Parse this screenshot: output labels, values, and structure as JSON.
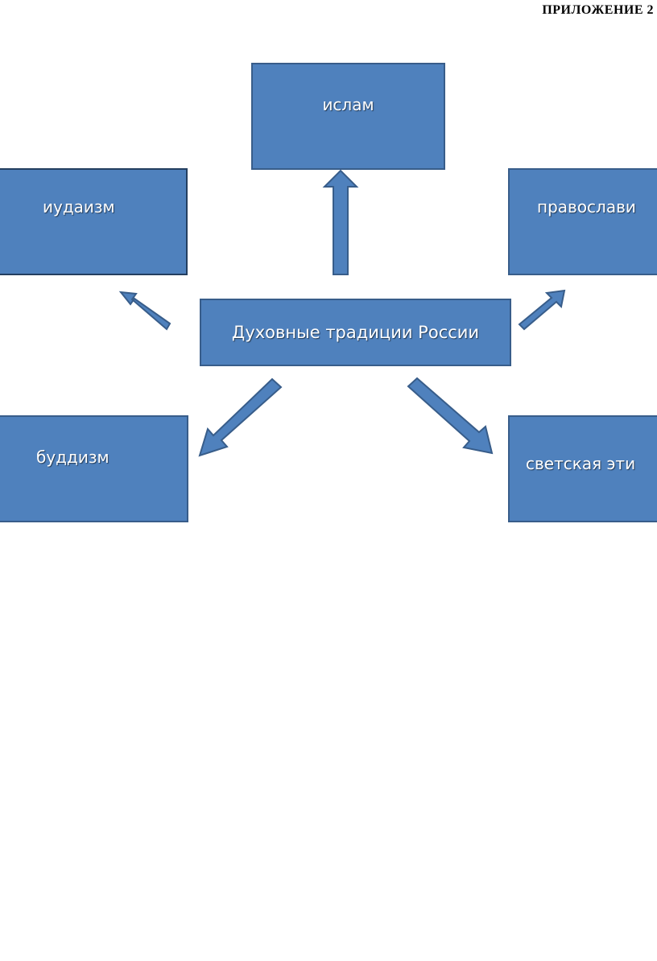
{
  "header": {
    "appendix_label": "ПРИЛОЖЕНИЕ 2"
  },
  "diagram": {
    "center": "Духовные традиции России",
    "nodes": {
      "islam": "ислам",
      "judaism": "иудаизм",
      "orthodoxy": "православи",
      "buddhism": "буддизм",
      "secular_ethics": "светская эти"
    }
  },
  "colors": {
    "box_fill": "#4f81bd",
    "box_border": "#385d8a",
    "label_text": "#ffffff"
  }
}
